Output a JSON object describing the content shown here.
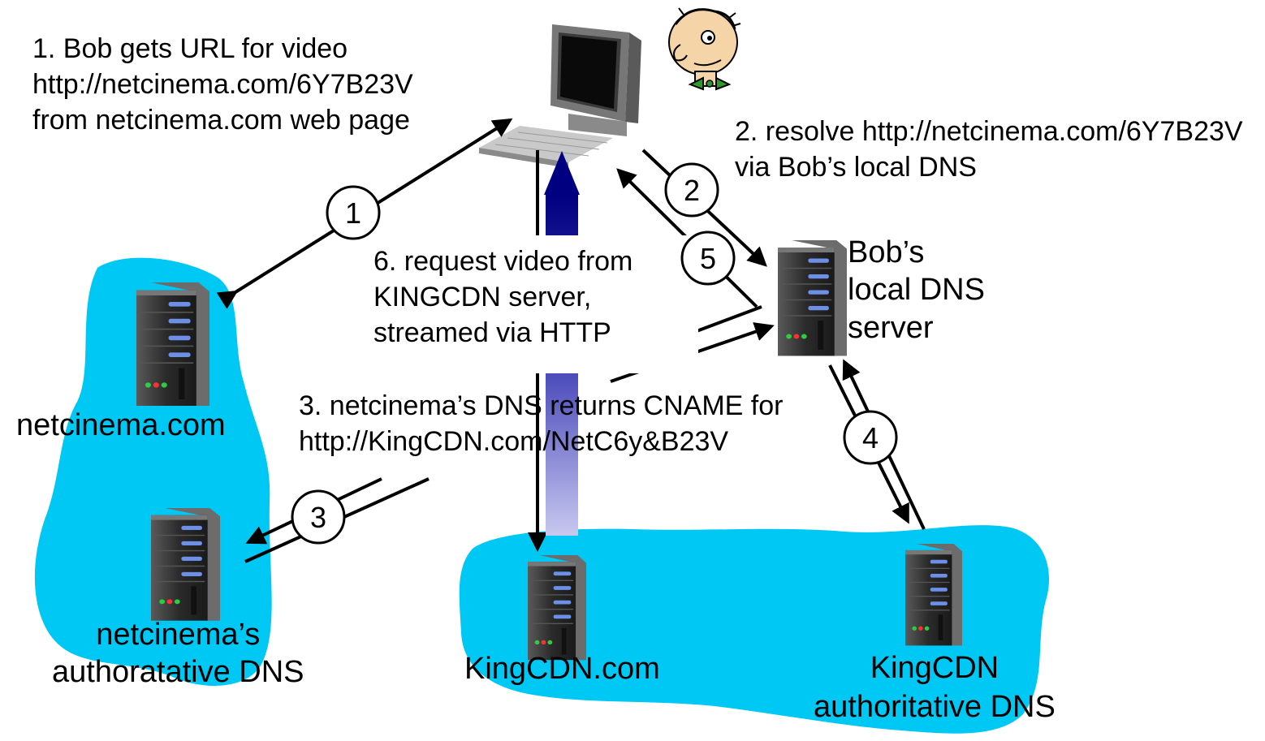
{
  "colors": {
    "cloud": "#00C8F4",
    "arrow": "#000000",
    "stream_arrow": "#000080",
    "server_body": "#2b2b2b",
    "server_led_blue": "#5a7ad8"
  },
  "steps": {
    "step1": {
      "number": "1",
      "lines": [
        "1. Bob gets URL for video",
        "http://netcinema.com/6Y7B23V",
        "from netcinema.com web page"
      ]
    },
    "step2": {
      "number": "2",
      "lines": [
        "2. resolve http://netcinema.com/6Y7B23V",
        "via Bob’s local DNS"
      ]
    },
    "step3": {
      "number": "3",
      "lines": [
        "3. netcinema’s DNS returns CNAME for",
        "http://KingCDN.com/NetC6y&B23V"
      ]
    },
    "step4": {
      "number": "4"
    },
    "step5": {
      "number": "5"
    },
    "step6": {
      "lines": [
        "6. request video from",
        "KINGCDN server,",
        "streamed via HTTP"
      ]
    }
  },
  "nodes": {
    "netcinema": {
      "label": "netcinema.com"
    },
    "netcinema_dns": {
      "lines": [
        "netcinema’s",
        "authoratative DNS"
      ]
    },
    "local_dns": {
      "lines": [
        "Bob’s",
        "local DNS",
        "server"
      ]
    },
    "kingcdn": {
      "label": "KingCDN.com"
    },
    "kingcdn_dns": {
      "lines": [
        "KingCDN",
        "authoritative DNS"
      ]
    }
  },
  "icons": {
    "client": "desktop-computer-icon",
    "user": "bob-cartoon-icon",
    "server": "server-tower-icon"
  }
}
